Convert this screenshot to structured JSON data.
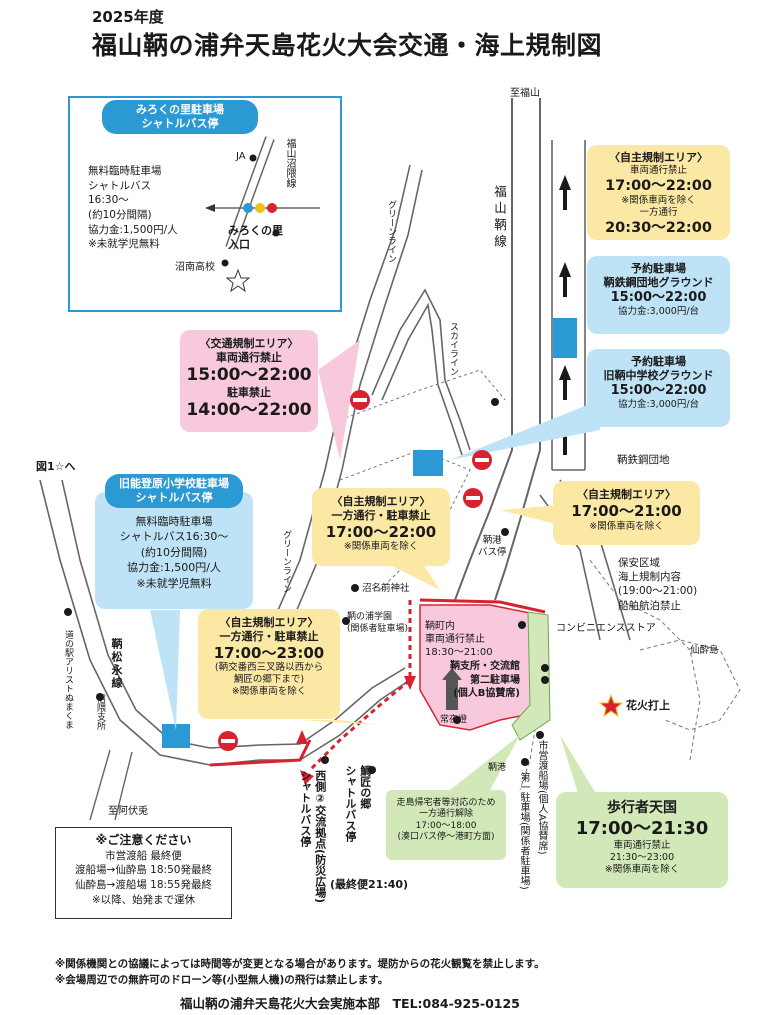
{
  "header": {
    "year": "2025年度",
    "title": "福山鞆の浦弁天島花火大会交通・海上規制図"
  },
  "figure1": {
    "fig_label": "図1",
    "pill": [
      "みろくの里駐車場",
      "シャトルバス停"
    ],
    "text": [
      "無料臨時駐車場",
      "シャトルバス",
      "16:30～",
      "(約10分間隔)",
      "協力金:1,500円/人",
      "※未就学児無料"
    ],
    "ja": "JA",
    "road": "福山沼隈線",
    "entrance": [
      "みろくの里",
      "入口"
    ],
    "school": "沼南高校"
  },
  "places": {
    "to_fukuyama": "至福山",
    "fukuyama_tomo_line": "福山鞆線",
    "green_line_top": "グリーンライン",
    "skyline": "スカイライン",
    "green_line_mid": "グリーンライン",
    "tomotetsu_danchi": "鞆鉄鋼団地",
    "fig1_to": "図1☆へ",
    "tomoko_bus": [
      "鞆港",
      "バス停"
    ],
    "nunakuma_shrine": "沼名前神社",
    "tomonoura_gakuen": [
      "鞆の浦学園",
      "(関係者駐車場)"
    ],
    "conveni": "コンビニエンスストア",
    "hozen": [
      "保安区域",
      "海上規制内容",
      "(19:00～21:00)",
      "船舶航泊禁止"
    ],
    "senzuijima": "仙酔島",
    "fireworks": "花火打上",
    "jyoyato": "常夜燈",
    "tomoko_port": "鞆港",
    "michinoeki": "道の駅アリストぬまくま",
    "numakuma_branch": "沼隈支所",
    "tomomatsunaga_line": "鞆松永線",
    "to_abushi": "至阿伏兎",
    "west_hub": [
      "西側②交流拠点(防災広場)",
      "シャトルバス停"
    ],
    "taino_sato": [
      "鯛匠の郷",
      "シャトルバス停"
    ],
    "last_bus": "(最終便21:40)",
    "city_ferry_parking": "市営渡船場(個人A協賛席)",
    "first_parking": "第一駐車場(関係者駐車場)",
    "tomo_inner": [
      "鞆町内",
      "車両通行禁止",
      "18:30～21:00"
    ],
    "tomo_facilities": [
      "鞆支所・交流館",
      "第二駐車場",
      "(個人B協賛席)"
    ]
  },
  "callouts": {
    "north_self": {
      "head": "〈自主規制エリア〉",
      "l1": "車両通行禁止",
      "t1": "17:00～22:00",
      "n1": "※関係車両を除く",
      "l2": "一方通行",
      "t2": "20:30～22:00"
    },
    "tomotetsu_ground": {
      "title": [
        "予約駐車場",
        "鞆鉄鋼団地グラウンド"
      ],
      "time": "15:00～22:00",
      "fee": "協力金:3,000円/台"
    },
    "old_school_ground": {
      "title": [
        "予約駐車場",
        "旧鞆中学校グラウンド"
      ],
      "time": "15:00～22:00",
      "fee": "協力金:3,000円/台"
    },
    "traffic_area": {
      "head": "〈交通規制エリア〉",
      "l1": "車両通行禁止",
      "t1": "15:00～22:00",
      "l2": "駐車禁止",
      "t2": "14:00～22:00"
    },
    "mid_self": {
      "head": "〈自主規制エリア〉",
      "l1": "一方通行・駐車禁止",
      "t1": "17:00～22:00",
      "n1": "※関係車両を除く"
    },
    "east_self": {
      "head": "〈自主規制エリア〉",
      "t1": "17:00～21:00",
      "n1": "※関係車両を除く"
    },
    "old_noto_school": {
      "pill": [
        "旧能登原小学校駐車場",
        "シャトルバス停"
      ],
      "text": [
        "無料臨時駐車場",
        "シャトルバス16:30～",
        "(約10分間隔)",
        "協力金:1,500円/人",
        "※未就学児無料"
      ]
    },
    "west_self": {
      "head": "〈自主規制エリア〉",
      "l1": "一方通行・駐車禁止",
      "t1": "17:00～23:00",
      "n1": "(鞆交番西三叉路以西から",
      "n2": "鯛匠の郷下まで)",
      "n3": "※関係車両を除く"
    },
    "return_route": [
      "走島帰宅者等対応のため",
      "一方通行解除",
      "17:00～18:00",
      "(湊口バス停～港町方面)"
    ],
    "pedestrian": {
      "head": "歩行者天国",
      "time": "17:00～21:30",
      "l1": "車両通行禁止",
      "t1": "21:30～23:00",
      "n1": "※関係車両を除く"
    }
  },
  "notice": {
    "title": "※ご注意ください",
    "sub": "市営渡船 最終便",
    "r1": "渡船場→仙酔島 18:50発最終",
    "r2": "仙酔島→渡船場 18:55発最終",
    "r3": "※以降、始発まで運休"
  },
  "footer": {
    "n1": "※関係機関との協議によっては時間等が変更となる場合があります。堤防からの花火観覧を禁止します。",
    "n2": "※会場周辺での無許可のドローン等(小型無人機)の飛行は禁止します。",
    "org": "福山鞆の浦弁天島花火大会実施本部　TEL:084-925-0125"
  },
  "colors": {
    "blue": "#2b9ad4",
    "pink": "#f8c9dc",
    "yellow": "#fbe8a5",
    "green": "#d3e8b8",
    "red": "#d7232f",
    "road": "#666666"
  },
  "icons": {
    "no_entry": "no-entry-icon",
    "arrow": "one-way-arrow-icon",
    "star": "fireworks-star-icon",
    "lighthouse": "lighthouse-icon"
  }
}
